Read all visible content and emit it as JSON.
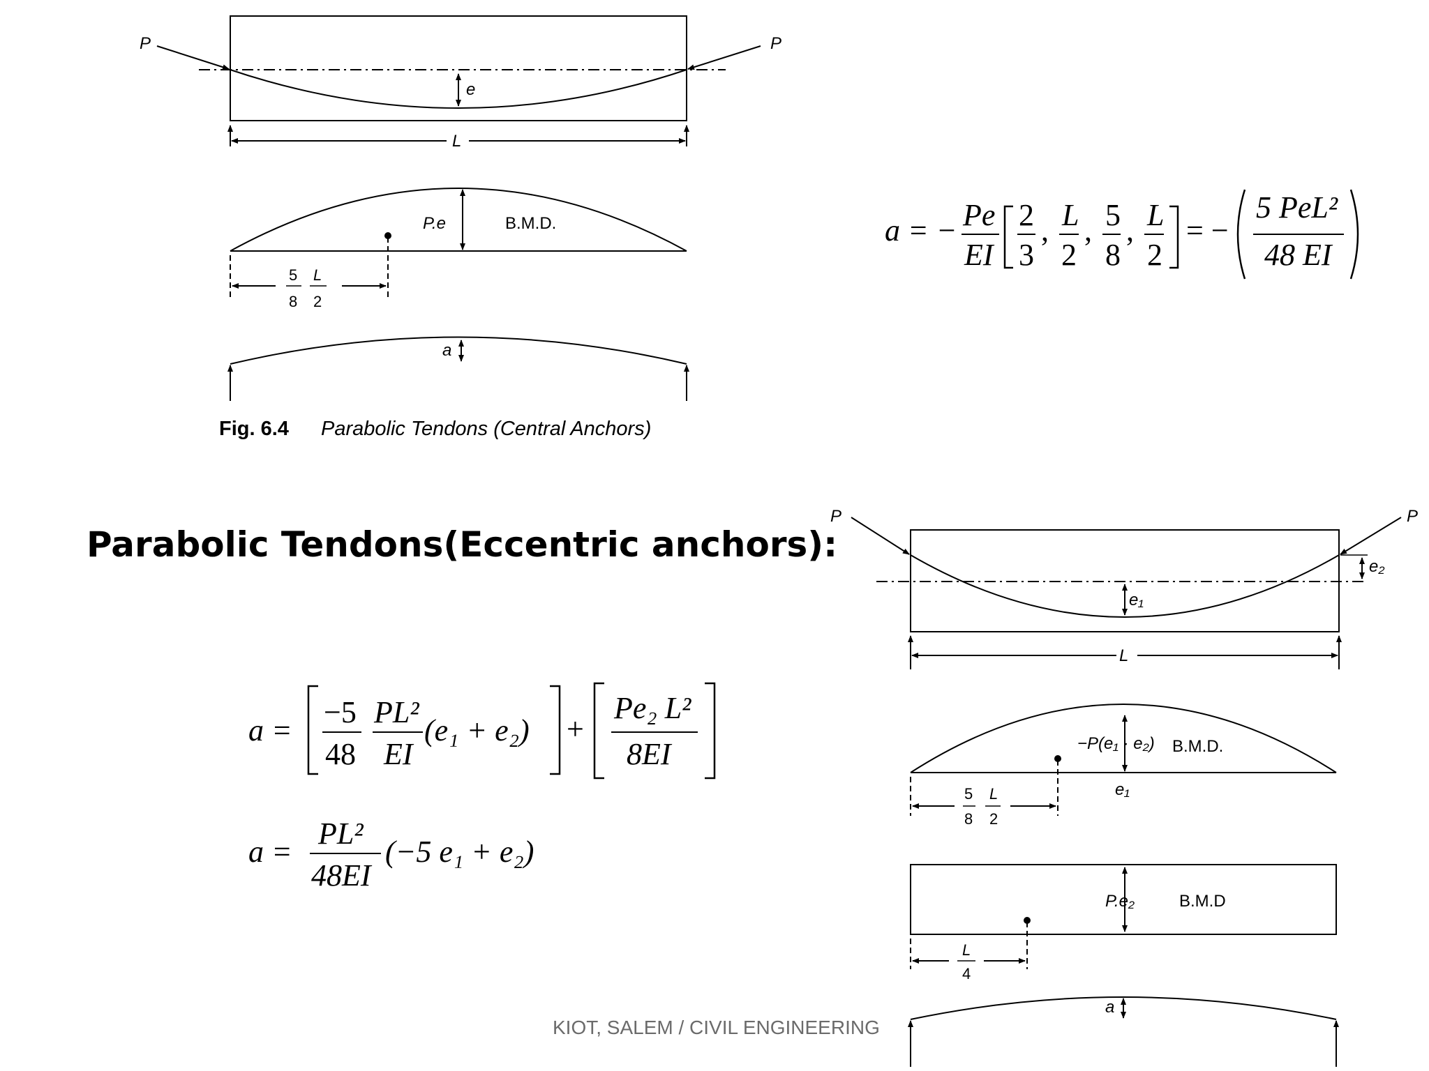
{
  "fig1": {
    "load_left": "P",
    "load_right": "P",
    "ecc": "e",
    "span": "L",
    "bmd_moment": "P.e",
    "bmd_label": "B.M.D.",
    "frac_num_1": "5",
    "frac_den_1": "8",
    "frac_num_2": "L",
    "frac_den_2": "2",
    "deflection": "a",
    "caption_number": "Fig. 6.4",
    "caption_title": "Parabolic Tendons (Central Anchors)"
  },
  "eq_central": {
    "lhs": "a = −",
    "f1_num": "Pe",
    "f1_den": "EI",
    "t1_num": "2",
    "t1_den": "3",
    "t2_num": "L",
    "t2_den": "2",
    "t3_num": "5",
    "t3_den": "8",
    "t4_num": "L",
    "t4_den": "2",
    "mid": "= −",
    "r_num": "5 PeL²",
    "r_den": "48 EI"
  },
  "heading": "Parabolic Tendons(Eccentric anchors):",
  "eq_eccentric_1": {
    "lhs": "a =",
    "f1_num": "−5",
    "f1_den": "48",
    "f2_num": "PL²",
    "f2_den": "EI",
    "paren": "(e₁ + e₂)",
    "plus": "+",
    "f3_num": "Pe₂ L²",
    "f3_den": "8EI"
  },
  "eq_eccentric_2": {
    "lhs": "a =",
    "f_num": "PL²",
    "f_den": "48EI",
    "paren": "(−5 e₁ + e₂)"
  },
  "fig2": {
    "load_left": "P",
    "load_right": "P",
    "ecc_1": "e₁",
    "ecc_2": "e₂",
    "span": "L",
    "bmd1_moment": "−P(e₁ · e₂)",
    "bmd1_label": "B.M.D.",
    "bmd1_sub": "e₁",
    "frac_num_1": "5",
    "frac_den_1": "8",
    "frac_num_2": "L",
    "frac_den_2": "2",
    "bmd2_moment": "P.e₂",
    "bmd2_label": "B.M.D",
    "quarter_num": "L",
    "quarter_den": "4",
    "deflection": "a"
  },
  "footer": "KIOT, SALEM / CIVIL ENGINEERING"
}
